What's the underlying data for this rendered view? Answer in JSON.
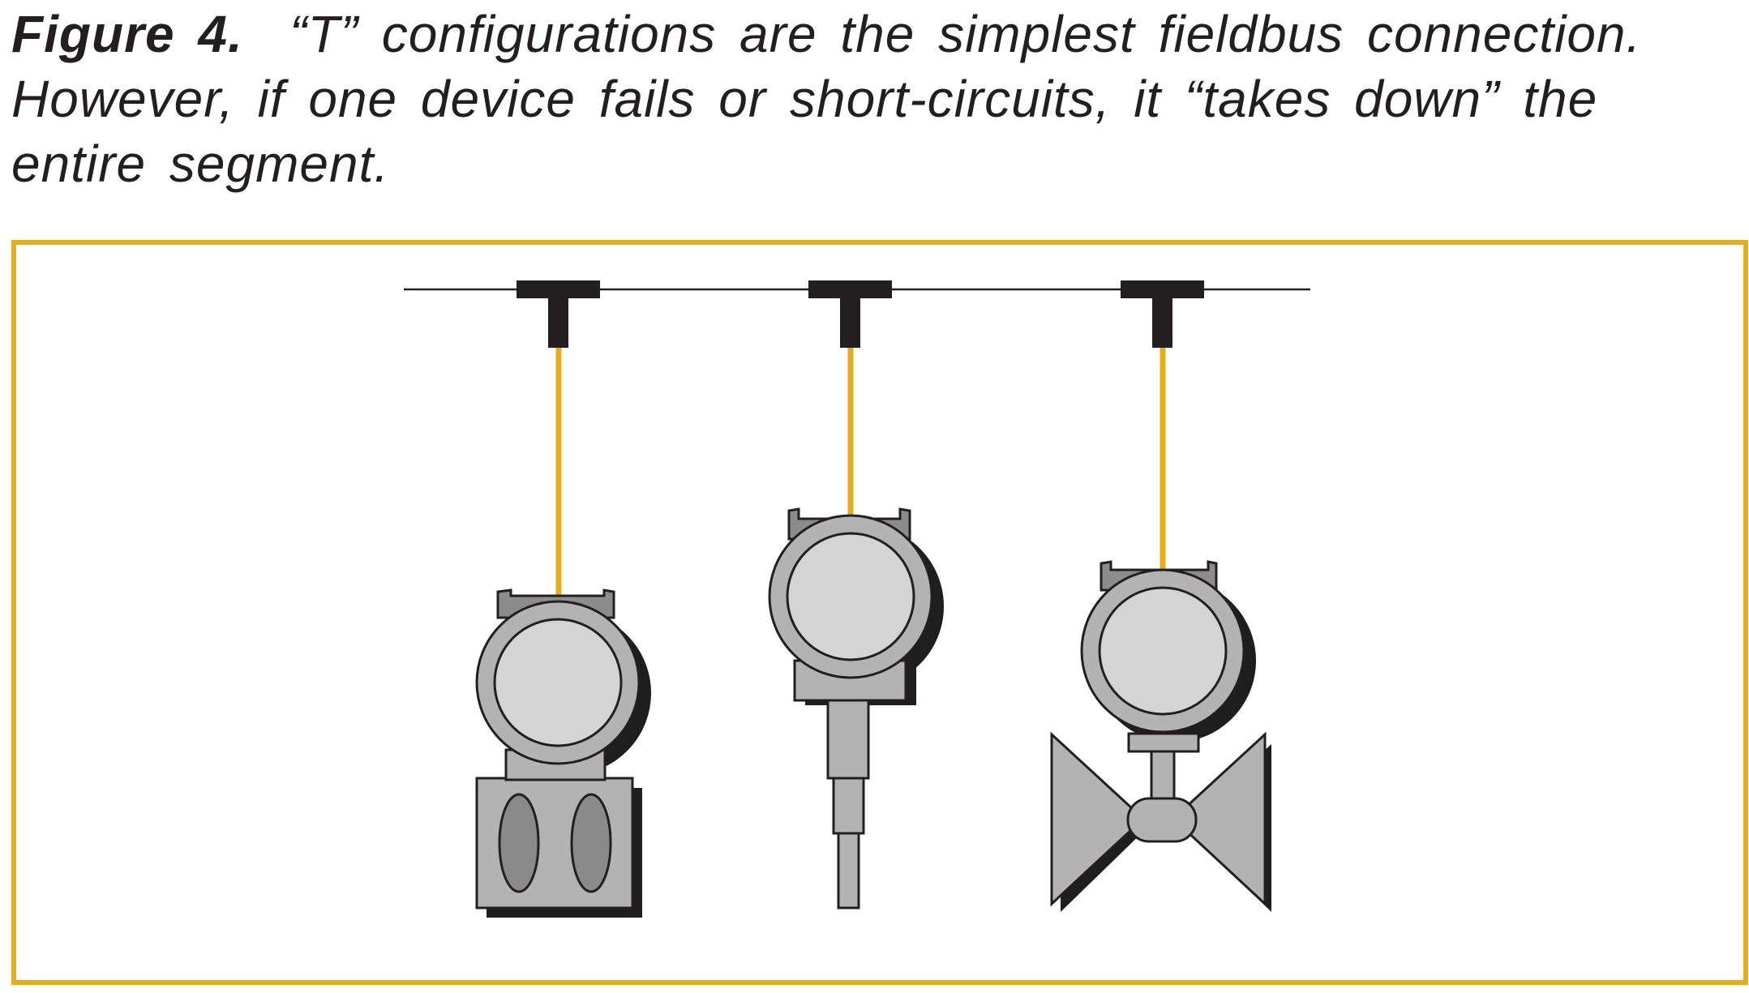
{
  "caption": {
    "label": "Figure 4.",
    "line1_rest": "“T” configurations are the simplest fieldbus connection.",
    "line2": "However, if one device fails or short-circuits, it “takes down” the",
    "line3": "entire segment."
  },
  "colors": {
    "frame": "#e4ad1d",
    "cable": "#e4ad1d",
    "tee": "#231f20",
    "trunk": "#231f20",
    "device_body": "#b3b3b3",
    "device_face": "#d4d4d4",
    "device_window": "#8a8a8a",
    "shadow": "#1e1e1e"
  },
  "diagram": {
    "trunk_line": "fieldbus-trunk",
    "tees": [
      "tee-connector",
      "tee-connector",
      "tee-connector"
    ],
    "devices": [
      "pressure-transmitter",
      "temperature-transmitter",
      "control-valve"
    ]
  }
}
